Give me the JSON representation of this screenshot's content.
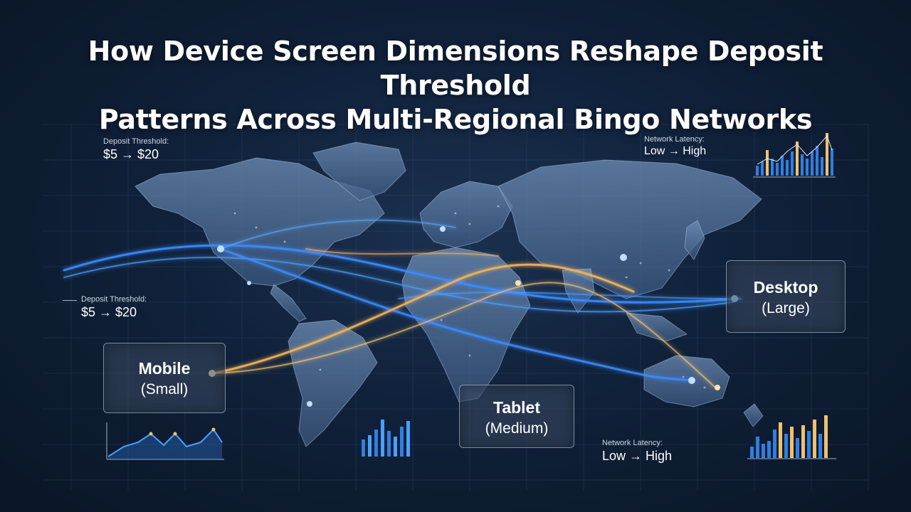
{
  "title": {
    "line1": "How Device Screen Dimensions Reshape Deposit Threshold",
    "line2": "Patterns Across Multi-Regional Bingo Networks"
  },
  "annotations": {
    "threshold_top": {
      "label": "Deposit Threshold:",
      "value": "$5 → $20"
    },
    "threshold_mid": {
      "label": "Deposit Threshold:",
      "value": "$5 → $20"
    },
    "latency_top": {
      "label": "Network Latency:",
      "value": "Low → High"
    },
    "latency_bottom": {
      "label": "Network Latency:",
      "value": "Low → High"
    }
  },
  "devices": {
    "mobile": {
      "name": "Mobile",
      "size": "(Small)"
    },
    "tablet": {
      "name": "Tablet",
      "size": "(Medium)"
    },
    "desktop": {
      "name": "Desktop",
      "size": "(Large)"
    }
  },
  "colors": {
    "background": "#10213a",
    "flow_blue": "#3b8cff",
    "flow_gold": "#f2b45a",
    "bar_blue": "#2f7fe0",
    "bar_gold": "#f0c070"
  },
  "icons": [
    "world-map-illustration",
    "bar-chart-icon",
    "line-chart-icon"
  ]
}
